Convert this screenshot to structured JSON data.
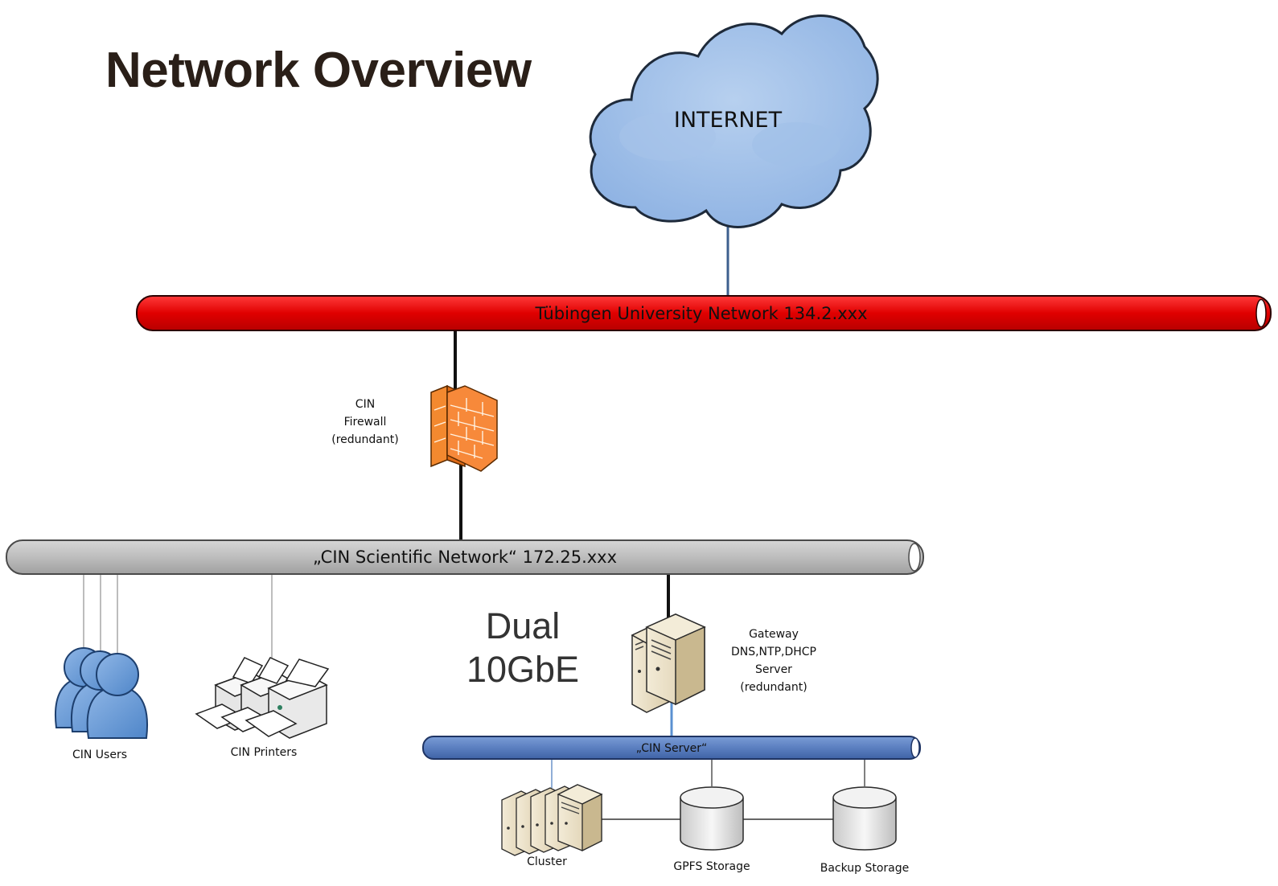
{
  "title": "Network Overview",
  "internet": {
    "label": "INTERNET",
    "icon": "cloud-icon"
  },
  "networks": {
    "university": {
      "label": "Tübingen University Network 134.2.xxx",
      "color": "#e30613"
    },
    "scientific": {
      "label": "„CIN Scientific Network“ 172.25.xxx",
      "color": "#bdbdbd"
    },
    "server": {
      "label": "„CIN Server“",
      "color": "#5b7fc0"
    }
  },
  "firewall": {
    "lines": [
      "CIN",
      "Firewall",
      "(redundant)"
    ],
    "icon": "firewall-icon"
  },
  "gateway": {
    "lines": [
      "Gateway",
      "DNS,NTP,DHCP",
      "Server",
      "(redundant)"
    ],
    "icon": "server-icon"
  },
  "link_speed": {
    "line1": "Dual",
    "line2": "10GbE"
  },
  "devices": {
    "users": {
      "label": "CIN Users",
      "icon": "users-icon"
    },
    "printers": {
      "label": "CIN Printers",
      "icon": "printer-icon"
    },
    "cluster": {
      "label": "Cluster",
      "icon": "server-cluster-icon"
    },
    "gpfs": {
      "label": "GPFS Storage",
      "icon": "database-icon"
    },
    "backup": {
      "label": "Backup Storage",
      "icon": "database-icon"
    }
  }
}
